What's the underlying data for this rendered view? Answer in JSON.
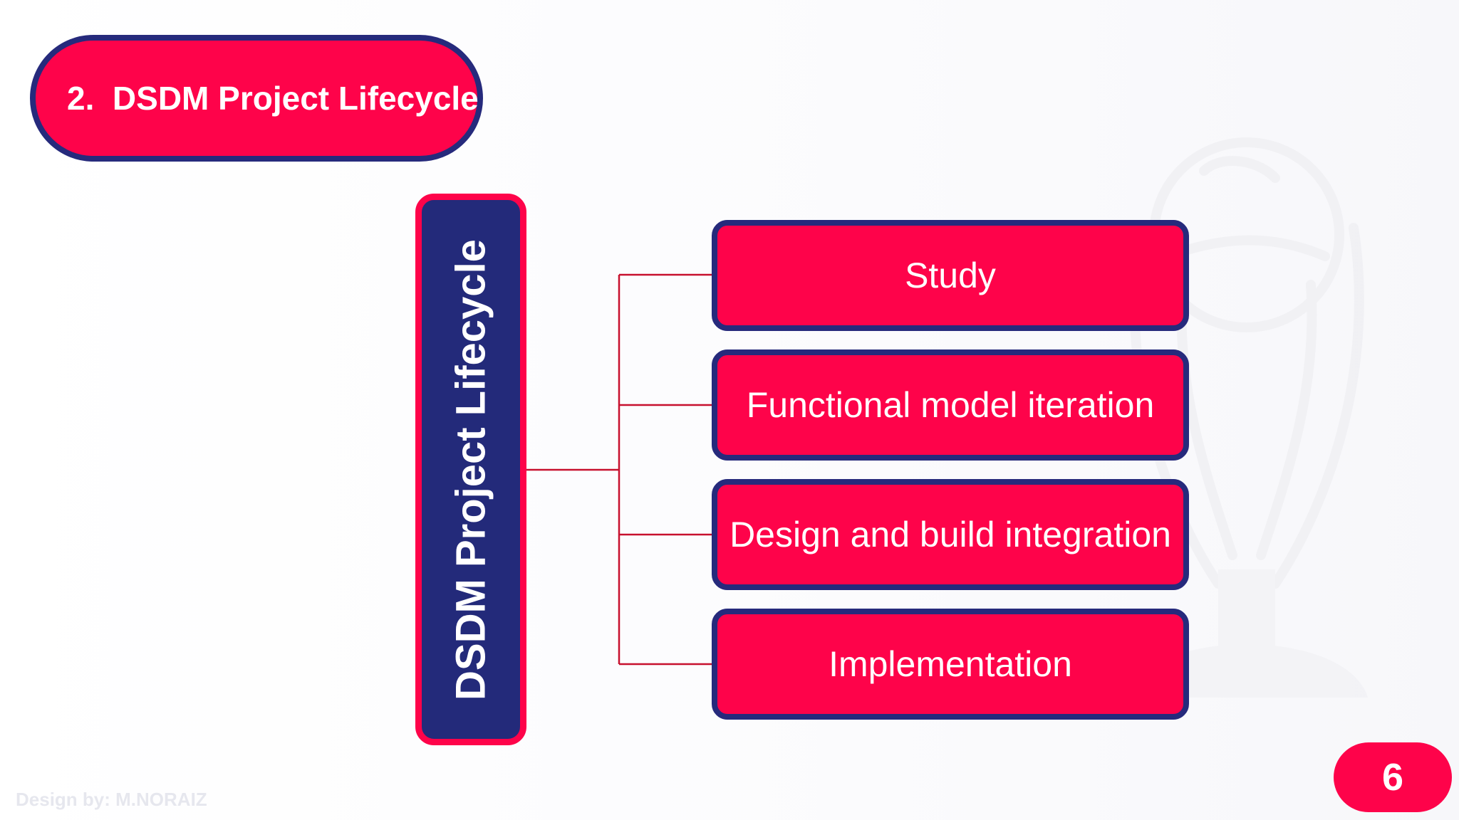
{
  "title": "2.  DSDM Project Lifecycle",
  "diagram": {
    "root_label": "DSDM Project Lifecycle",
    "phases": [
      "Study",
      "Functional model iteration",
      "Design and build integration",
      "Implementation"
    ]
  },
  "page_number": "6",
  "credit": "Design by: M.NORAIZ",
  "colors": {
    "accent_red": "#fe034a",
    "navy": "#262a7c",
    "connector": "#c7102e"
  },
  "icons": {
    "watermark": "trophy-icon"
  }
}
